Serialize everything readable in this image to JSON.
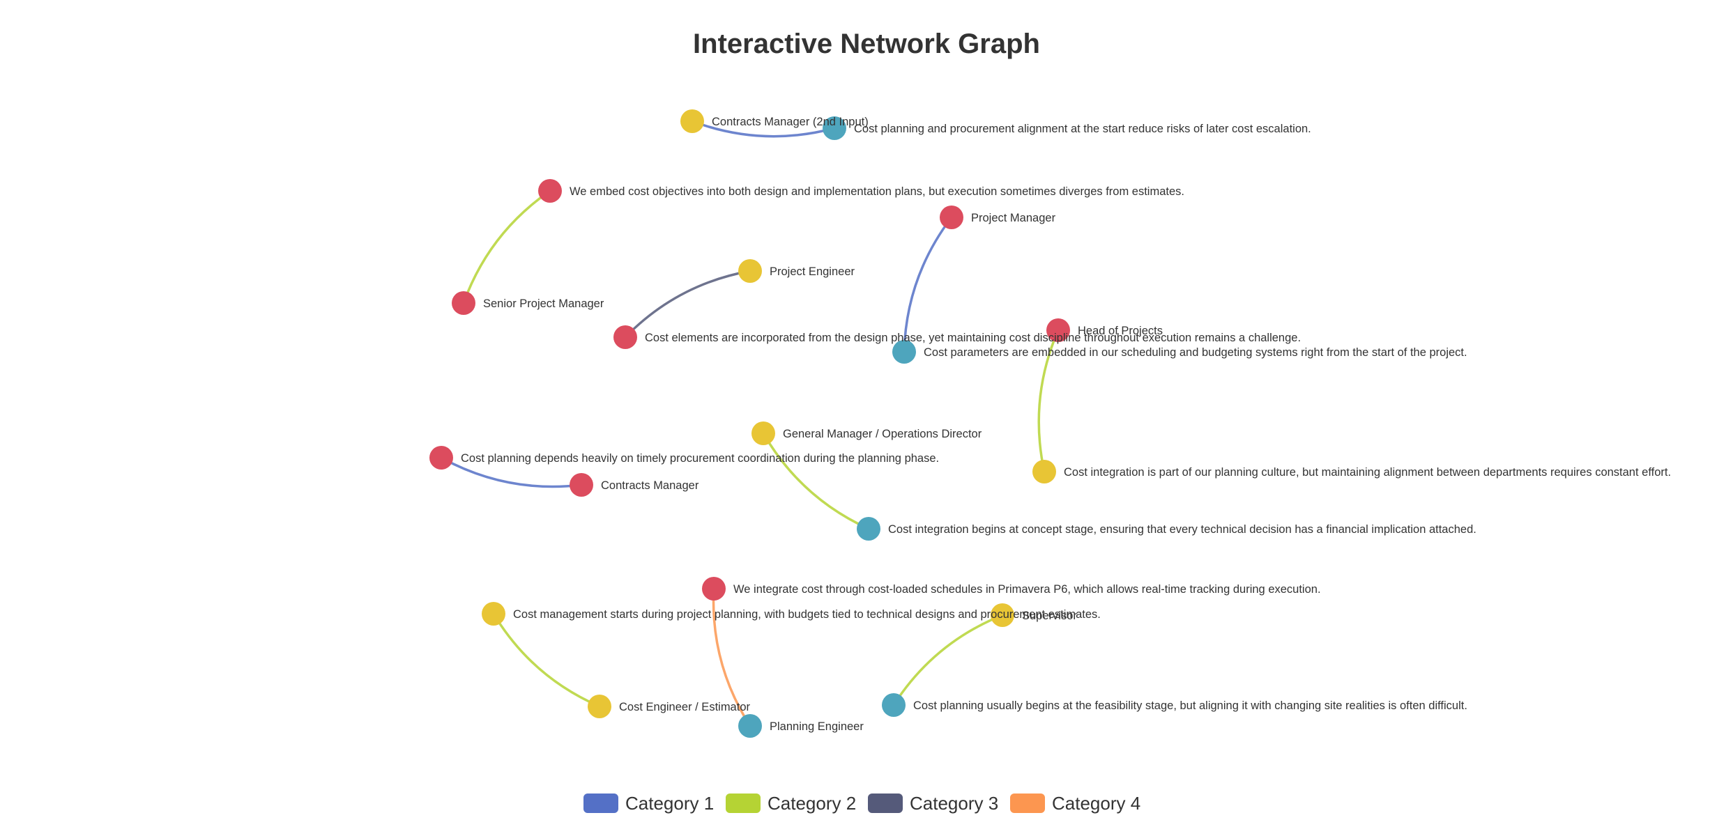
{
  "chart_data": {
    "type": "graph",
    "title": "Interactive Network Graph",
    "legend_position": "bottom-center",
    "categories": [
      {
        "name": "Category 1",
        "color": "#5470c6"
      },
      {
        "name": "Category 2",
        "color": "#b5d334"
      },
      {
        "name": "Category 3",
        "color": "#555a7a"
      },
      {
        "name": "Category 4",
        "color": "#fc9650"
      }
    ],
    "node_colors": {
      "red": "#dc4c5e",
      "yellow": "#e8c535",
      "teal": "#4ea5bd"
    },
    "nodes": [
      {
        "id": "contracts2",
        "label": "Contracts Manager (2nd Input)",
        "color": "yellow"
      },
      {
        "id": "q_align",
        "label": "Cost planning and procurement alignment at the start reduce risks of later cost escalation.",
        "color": "teal"
      },
      {
        "id": "q_embed",
        "label": "We embed cost objectives into both design and implementation plans, but execution sometimes diverges from estimates.",
        "color": "red"
      },
      {
        "id": "senior_pm",
        "label": "Senior Project Manager",
        "color": "red"
      },
      {
        "id": "pm",
        "label": "Project Manager",
        "color": "red"
      },
      {
        "id": "proj_eng",
        "label": "Project Engineer",
        "color": "yellow"
      },
      {
        "id": "q_elements",
        "label": "Cost elements are incorporated from the design phase, yet maintaining cost discipline throughout execution remains a challenge.",
        "color": "red"
      },
      {
        "id": "head_proj",
        "label": "Head of Projects",
        "color": "red"
      },
      {
        "id": "q_params",
        "label": "Cost parameters are embedded in our scheduling and budgeting systems right from the start of the project.",
        "color": "teal"
      },
      {
        "id": "gm",
        "label": "General Manager / Operations Director",
        "color": "yellow"
      },
      {
        "id": "q_culture",
        "label": "Cost integration is part of our planning culture, but maintaining alignment between departments requires constant effort.",
        "color": "yellow"
      },
      {
        "id": "q_procure",
        "label": "Cost planning depends heavily on timely procurement coordination during the planning phase.",
        "color": "red"
      },
      {
        "id": "contracts",
        "label": "Contracts Manager",
        "color": "red"
      },
      {
        "id": "q_concept",
        "label": "Cost integration begins at concept stage, ensuring that every technical decision has a financial implication attached.",
        "color": "teal"
      },
      {
        "id": "q_p6",
        "label": "We integrate cost through cost-loaded schedules in Primavera P6, which allows real-time tracking during execution.",
        "color": "red"
      },
      {
        "id": "q_mgmt",
        "label": "Cost management starts during project planning, with budgets tied to technical designs and procurement estimates.",
        "color": "yellow"
      },
      {
        "id": "supervisor",
        "label": "Supervisor",
        "color": "yellow"
      },
      {
        "id": "cost_eng",
        "label": "Cost Engineer / Estimator",
        "color": "yellow"
      },
      {
        "id": "q_feas",
        "label": "Cost planning usually begins at the feasibility stage, but aligning it with changing site realities is often difficult.",
        "color": "teal"
      },
      {
        "id": "plan_eng",
        "label": "Planning Engineer",
        "color": "teal"
      }
    ],
    "links": [
      {
        "source": "contracts2",
        "target": "q_align",
        "category": "Category 1"
      },
      {
        "source": "q_embed",
        "target": "senior_pm",
        "category": "Category 2"
      },
      {
        "source": "proj_eng",
        "target": "q_elements",
        "category": "Category 3"
      },
      {
        "source": "pm",
        "target": "q_params",
        "category": "Category 1"
      },
      {
        "source": "head_proj",
        "target": "q_culture",
        "category": "Category 2"
      },
      {
        "source": "gm",
        "target": "q_concept",
        "category": "Category 2"
      },
      {
        "source": "q_procure",
        "target": "contracts",
        "category": "Category 1"
      },
      {
        "source": "q_p6",
        "target": "plan_eng",
        "category": "Category 4"
      },
      {
        "source": "q_mgmt",
        "target": "cost_eng",
        "category": "Category 2"
      },
      {
        "source": "supervisor",
        "target": "q_feas",
        "category": "Category 2"
      }
    ]
  }
}
